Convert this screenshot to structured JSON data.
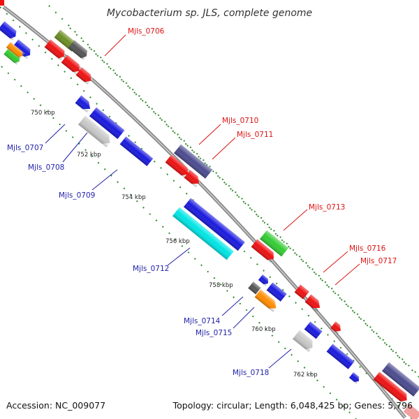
{
  "title": "Mycobacterium sp. JLS, complete genome",
  "accession": "Accession: NC_009077",
  "summary": "Topology: circular; Length: 6,048,425 bp; Genes: 5,796",
  "ticks": [
    "750 kbp",
    "752 kbp",
    "754 kbp",
    "756 kbp",
    "758 kbp",
    "760 kbp",
    "762 kbp"
  ],
  "colors": {
    "forward_label": "#dd1111",
    "reverse_label": "#2222aa",
    "backbone": "#888888",
    "gc_dots": "#2e8b2e"
  },
  "labels": {
    "mjls_0706": "Mjls_0706",
    "mjls_0707": "Mjls_0707",
    "mjls_0708": "Mjls_0708",
    "mjls_0709": "Mjls_0709",
    "mjls_0710": "Mjls_0710",
    "mjls_0711": "Mjls_0711",
    "mjls_0712": "Mjls_0712",
    "mjls_0713": "Mjls_0713",
    "mjls_0714": "Mjls_0714",
    "mjls_0715": "Mjls_0715",
    "mjls_0716": "Mjls_0716",
    "mjls_0717": "Mjls_0717",
    "mjls_0718": "Mjls_0718"
  }
}
